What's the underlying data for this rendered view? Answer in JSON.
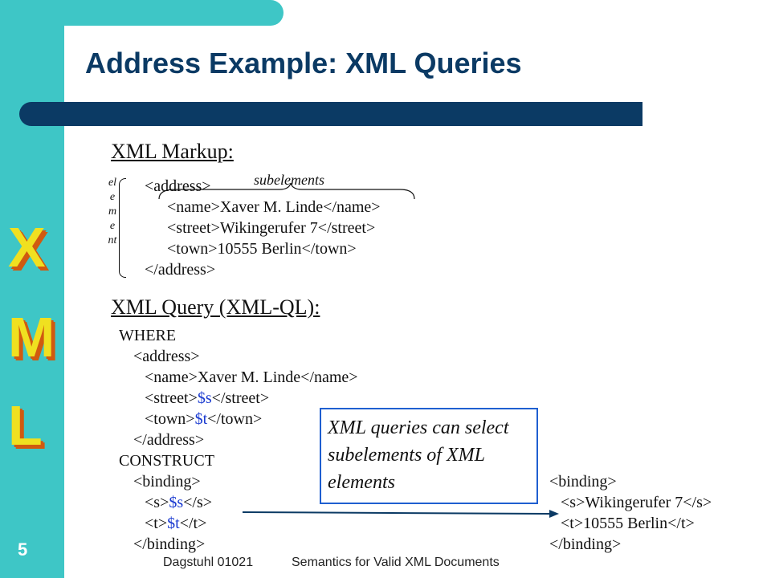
{
  "title": "Address Example: XML Queries",
  "logo_letters": [
    "X",
    "M",
    "L"
  ],
  "slide_number": "5",
  "footer": {
    "left": "Dagstuhl 01021",
    "right": "Semantics for Valid XML Documents"
  },
  "markup": {
    "heading": "XML Markup:",
    "element_label": "element",
    "subelements_label": "subelements",
    "lines": [
      "<address>",
      "<name>Xaver M. Linde</name>",
      "<street>Wikingerufer 7</street>",
      "<town>10555 Berlin</town>",
      "</address>"
    ]
  },
  "query": {
    "heading": "XML Query (XML-QL):",
    "where": "WHERE",
    "where_lines": [
      {
        "open": "<address>",
        "var": "",
        "close": ""
      },
      {
        "open": "<name>Xaver M. Linde</name>",
        "var": "",
        "close": ""
      },
      {
        "open": "<street>",
        "var": "$s",
        "close": "</street>"
      },
      {
        "open": "<town>",
        "var": "$t",
        "close": "</town>"
      },
      {
        "open": "</address>",
        "var": "",
        "close": ""
      }
    ],
    "construct": "CONSTRUCT",
    "construct_lines": [
      {
        "open": "<binding>",
        "var": "",
        "close": ""
      },
      {
        "open": "<s>",
        "var": "$s",
        "close": "</s>"
      },
      {
        "open": "<t>",
        "var": "$t",
        "close": "</t>"
      },
      {
        "open": "</binding>",
        "var": "",
        "close": ""
      }
    ]
  },
  "result": {
    "lines": [
      "<binding>",
      "<s>Wikingerufer 7</s>",
      "<t>10555 Berlin</t>",
      "</binding>"
    ]
  },
  "callout": "XML queries can select subelements of XML elements",
  "colors": {
    "teal": "#3ec6c6",
    "navy": "#0b3a64",
    "variable_blue": "#1a3ad0",
    "callout_border": "#1f5fd0"
  }
}
